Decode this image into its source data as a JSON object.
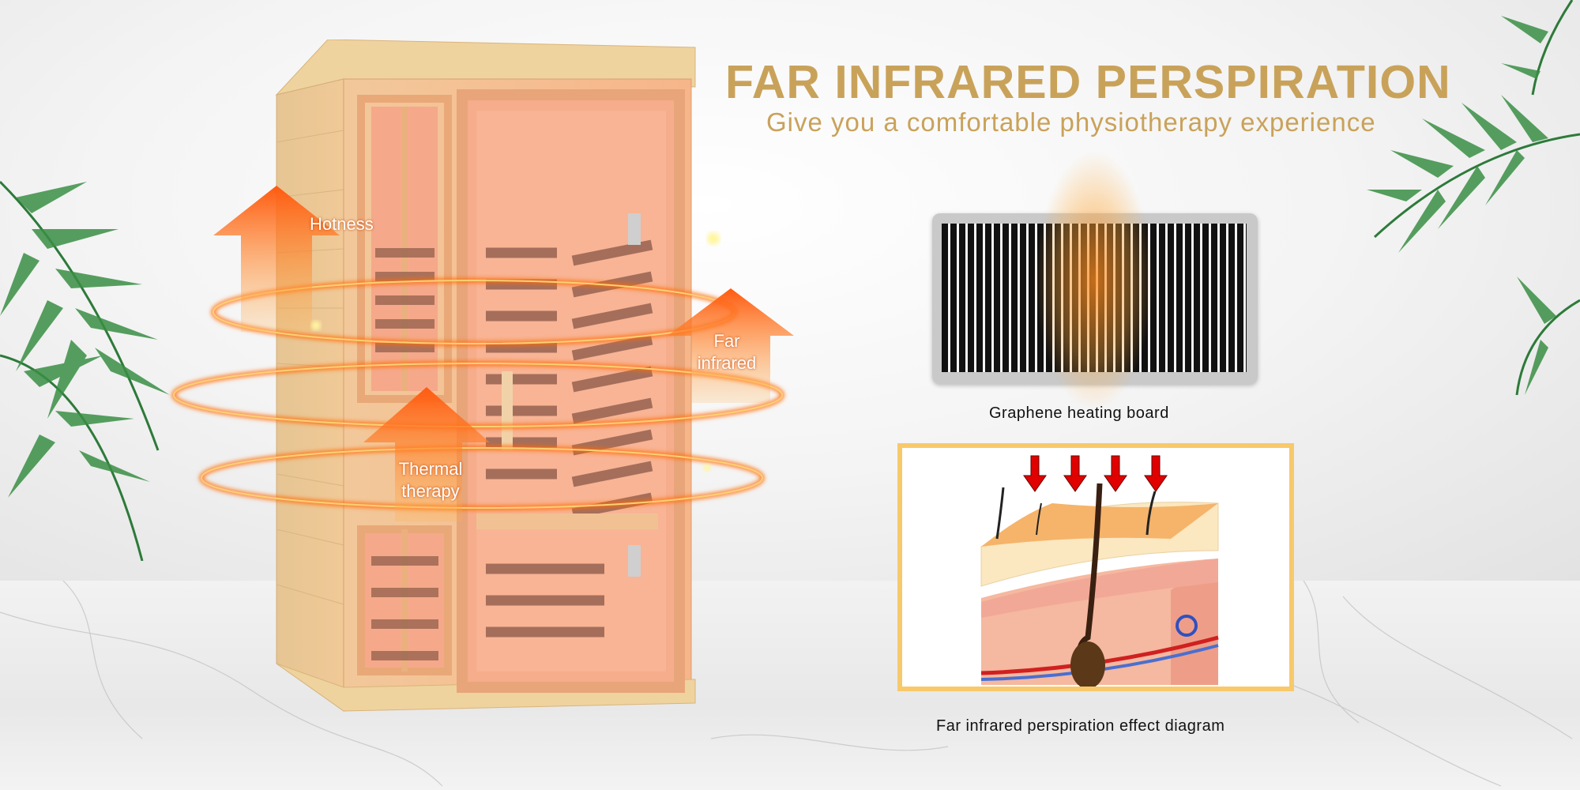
{
  "header": {
    "title": "FAR INFRARED PERSPIRATION",
    "subtitle": "Give you a comfortable physiotherapy experience"
  },
  "sauna": {
    "labels": {
      "hotness": "Hotness",
      "far_infrared_line1": "Far",
      "far_infrared_line2": "infrared",
      "thermal_line1": "Thermal",
      "thermal_line2": "therapy"
    }
  },
  "heating_board": {
    "caption": "Graphene heating board"
  },
  "skin_diagram": {
    "caption": "Far infrared perspiration effect diagram"
  },
  "colors": {
    "gold": "#c9a25a",
    "frame": "#f8c96a",
    "arrow": "#ff7a1a",
    "heat_arrow": "#e00000"
  }
}
